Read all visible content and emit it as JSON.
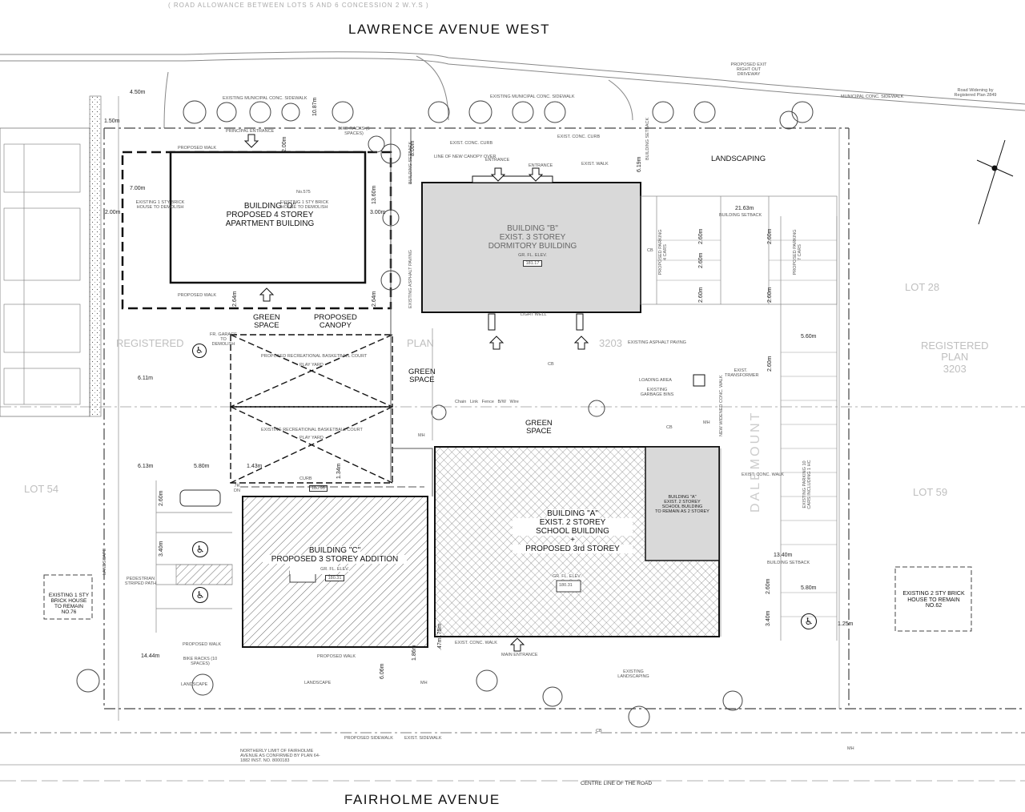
{
  "streets": {
    "north": "LAWRENCE     AVENUE     WEST",
    "south": "FAIRHOLME     AVENUE",
    "north_allowance": "( ROAD  ALLOWANCE  BETWEEN  LOTS 5  AND 6  CONCESSION 2  W.Y.S )",
    "centre_line": "CENTRE LINE OF THE ROAD"
  },
  "buildings": {
    "d": {
      "l1": "BUILDING \"D\"",
      "l2": "PROPOSED 4 STOREY",
      "l3": "APARTMENT BUILDING"
    },
    "b": {
      "l1": "BUILDING \"B\"",
      "l2": "EXIST. 3 STOREY",
      "l3": "DORMITORY BUILDING",
      "elev_label": "GR. FL. ELEV.",
      "elev": "181.17"
    },
    "c": {
      "l1": "BUILDING \"C\"",
      "l2": "PROPOSED 3 STOREY ADDITION",
      "elev_label": "GR. FL. ELEV.",
      "elev": "180.31"
    },
    "a": {
      "l1": "BUILDING \"A\"",
      "l2": "EXIST. 2 STOREY",
      "l3": "SCHOOL BUILDING",
      "l4": "+",
      "l5": "PROPOSED 3rd STOREY",
      "elev_label": "GR. FL. ELEV.",
      "elev": "180.31"
    },
    "a_remain": {
      "l1": "BUILDING \"A\"",
      "l2": "EXIST. 2 STOREY",
      "l3": "SCHOOL BUILDING",
      "l4": "TO REMAIN AS 2 STOREY"
    }
  },
  "labels": {
    "landscaping": "LANDSCAPING",
    "green_space_1": "GREEN",
    "green_space_1b": "SPACE",
    "green_space_2": "GREEN",
    "green_space_2b": "SPACE",
    "green_space_3": "GREEN",
    "green_space_3b": "SPACE",
    "proposed_canopy_1": "PROPOSED",
    "proposed_canopy_2": "CANOPY",
    "lot_28": "LOT  28",
    "registered_plan_1": "REGISTERED",
    "registered_plan_2": "PLAN",
    "registered_plan_3": "3203",
    "lot_54": "LOT  54",
    "lot_59": "LOT  59",
    "registered_w": "REGISTERED",
    "plan_w": "PLAN",
    "plan_3203_b": "3203",
    "dalemount": "DALEMOUNT",
    "existing_house_76": "EXISTING 1 STY BRICK HOUSE TO REMAIN NO.76",
    "existing_house_62": "EXISTING 2 STY BRICK HOUSE TO REMAIN NO.62",
    "existing_house_demolish_w": "EXISTING 1 STY BRICK HOUSE TO DEMOLISH",
    "existing_house_demolish_575": "EXISTING 1 STY BRICK HOUSE TO DEMOLISH",
    "no_575": "No.575",
    "garage_demolish": "FR. GARAGE TO DEMOLISH",
    "municipal_sidewalk_1": "EXISTING MUNICIPAL CONC. SIDEWALK",
    "municipal_sidewalk_2": "EXISTING MUNICIPAL CONC. SIDEWALK",
    "municipal_sidewalk_3": "MUNICIPAL CONC. SIDEWALK",
    "principal_entrance": "PRINCIPAL ENTRANCE",
    "bike_racks_top": "BIKE RACKS (6 SPACES)",
    "proposed_walk_1": "PROPOSED WALK",
    "proposed_walk_2": "PROPOSED WALK",
    "proposed_walk_3": "PROPOSED WALK",
    "proposed_walk_4": "PROPOSED WALK",
    "entrance_1": "ENTRANCE",
    "entrance_2": "ENTRANCE",
    "canopy_over": "LINE OF NEW CANOPY OVER",
    "exist_walk": "EXIST. WALK",
    "exist_curb_1": "EXIST. CONC. CURB",
    "exist_curb_2": "EXIST. CONC. CURB",
    "building_setback": "BUILDING SETBACK",
    "building_setback_2": "BUILDING SETBACK",
    "building_setback_3": "BUILDING SETBACK",
    "building_setback_4": "BUILDING SETBACK",
    "proposed_exit": "PROPOSED EXIT RIGHT OUT DRIVEWAY",
    "road_widening": "Road Widening by Registered Plan 2849",
    "existing_asphalt_1": "EXISTING ASPHALT PAVING",
    "existing_asphalt_2": "EXISTING ASPHALT PAVING",
    "light_well": "LIGHT WELL",
    "proposed_parking_4": "PROPOSED PARKING 4 CARS",
    "proposed_parking_7": "PROPOSED PARKING 7 CARS",
    "existing_parking": "EXISTING PARKING 10 CARS INCLUDING 1 HC",
    "loading_area": "LOADING AREA",
    "garbage_bins": "EXISTING GARBAGE BINS",
    "transformer": "EXIST. TRANSFORMER",
    "widened_walk": "NEW WIDENED CONC. WALK",
    "basketball_1": "PROPOSED RECREATIONAL BASKETBALL COURT",
    "play_yard_1": "PLAY YARD",
    "basketball_2": "EXISTING RECREATIONAL BASKETBALL COURT",
    "play_yard_2": "PLAY YARD",
    "chain_link": "Chain   Link   Fence   B/W   Wire",
    "curb": "CURB",
    "pedestrian_path": "PEDESTRIAN STRIPED PATH",
    "landscape_1": "LANDSCAPE",
    "landscape_2": "LANDSCAPE",
    "landscape_3": "LANDSCAPE",
    "bike_racks_bottom": "BIKE RACKS (10 SPACES)",
    "exist_conc_walk_1": "EXIST. CONC. WALK",
    "exist_conc_walk_2": "EXIST. CONC. WALK",
    "main_entrance": "MAIN ENTRANCE",
    "existing_landscaping": "EXISTING LANDSCAPING",
    "proposed_sidewalk": "PROPOSED SIDEWALK",
    "exist_sidewalk": "EXIST. SIDEWALK",
    "northerly_limit": "NORTHERLY LIMIT OF FAIRHOLME AVENUE AS CONFIRMED BY PLAN 64-1882 INST. NO. 8000183",
    "cb": "CB",
    "mh": "MH",
    "tr_dn": "7R DN",
    "elev_small": "180.95"
  },
  "dimensions": {
    "d_450": "4.50m",
    "d_150": "1.50m",
    "d_1087": "10.87m",
    "d_200a": "2.00m",
    "d_700": "7.00m",
    "d_200b": "2.00m",
    "d_1360": "13.60m",
    "d_300": "3.00m",
    "d_264a": "2.64m",
    "d_264b": "2.64m",
    "d_800": "8.00m",
    "d_619": "6.19m",
    "d_2163": "21.63m",
    "d_260a": "2.60m",
    "d_260b": "2.60m",
    "d_260c": "2.60m",
    "d_260d": "2.60m",
    "d_260e": "2.60m",
    "d_560": "5.60m",
    "d_260f": "2.60m",
    "d_611": "6.11m",
    "d_613": "6.13m",
    "d_580": "5.80m",
    "d_143": "1.43m",
    "d_134": "1.34m",
    "d_260g": "2.60m",
    "d_340a": "3.40m",
    "d_1340": "13.40m",
    "d_260h": "2.60m",
    "d_580b": "5.80m",
    "d_340b": "3.40m",
    "d_125": "1.25m",
    "d_1444": "14.44m",
    "d_606": "6.06m",
    "d_186": "1.86m",
    "d_475": ".47m .75m"
  },
  "colors": {
    "line": "#111111",
    "grey_building": "#d9d9d9",
    "light_line": "#9a9a9a",
    "hatch": "#333333"
  }
}
